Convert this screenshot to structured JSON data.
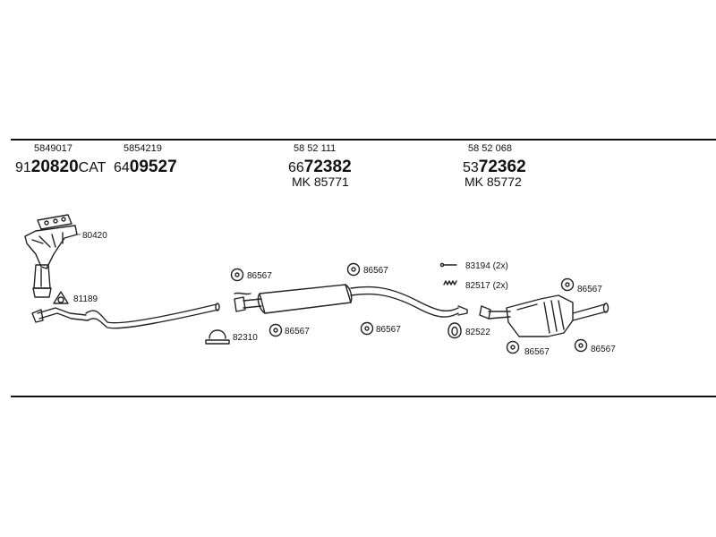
{
  "groups": [
    {
      "ref": "5849017",
      "prefix": "91",
      "code": "20820",
      "suffix": "CAT"
    },
    {
      "ref": "5854219",
      "prefix": "64",
      "code": "09527",
      "suffix": ""
    },
    {
      "ref": "58 52 111",
      "prefix": "66",
      "code": "72382",
      "suffix": "",
      "mk": "MK  85771"
    },
    {
      "ref": "58 52 068",
      "prefix": "53",
      "code": "72362",
      "suffix": "",
      "mk": "MK  85772"
    }
  ],
  "labels": {
    "manifold": "80420",
    "gasket": "81189",
    "hanger_front_mid": "86567",
    "clamp": "82310",
    "hanger_mid_low": "86567",
    "hanger_mid_top": "86567",
    "hanger_rear_pipe": "86567",
    "bolt": "83194 (2x)",
    "spring": "82517 (2x)",
    "ring": "82522",
    "hanger_rear_top": "86567",
    "hanger_rear_low1": "86567",
    "hanger_rear_low2": "86567"
  }
}
